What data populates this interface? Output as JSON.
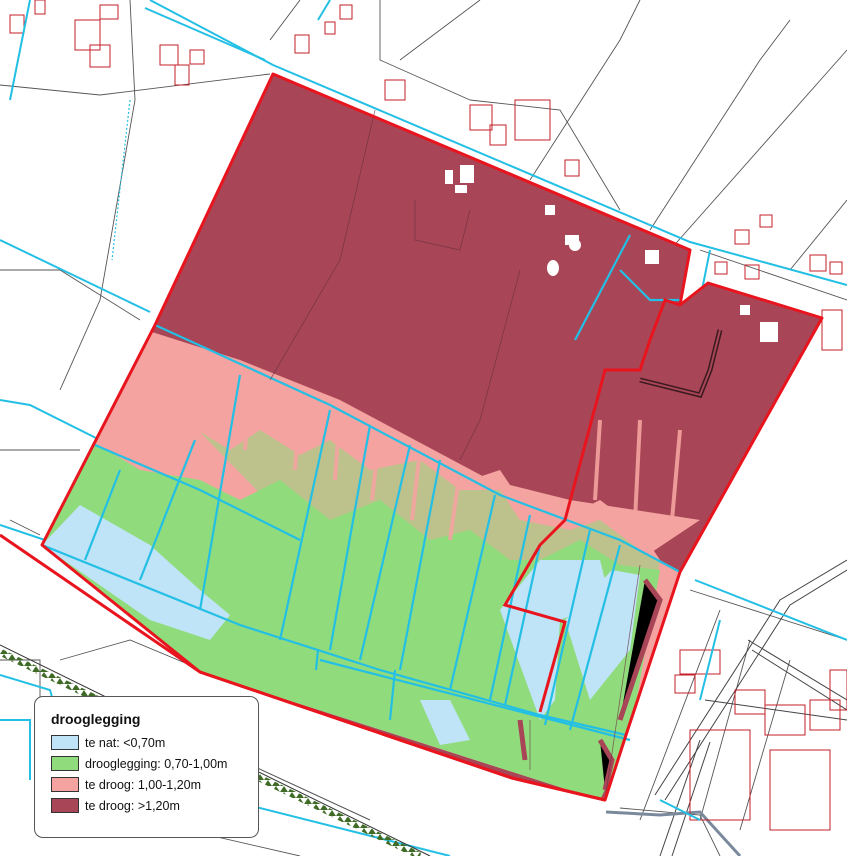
{
  "legend": {
    "title": "drooglegging",
    "items": [
      {
        "label": "te nat: <0,70m",
        "color": "#bfe3f7"
      },
      {
        "label": "drooglegging: 0,70-1,00m",
        "color": "#90dc7c"
      },
      {
        "label": "te droog: 1,00-1,20m",
        "color": "#f4a3a0"
      },
      {
        "label": "te droog: >1,20m",
        "color": "#a84556"
      }
    ]
  },
  "colors": {
    "boundary": "#e8141e",
    "ditch": "#23bfe4",
    "parcel_outline": "#555555",
    "building_outline": "#c41f2a",
    "railway": "#4a7a2c"
  }
}
